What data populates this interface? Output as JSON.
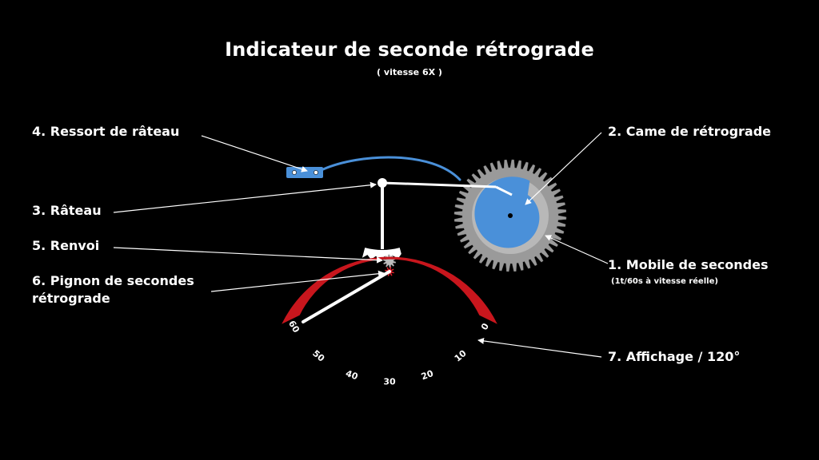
{
  "title": "Indicateur de seconde rétrograde",
  "subtitle": "( vitesse 6X )",
  "labels": {
    "ressort": "4. Ressort de râteau",
    "rateau": "3. Râteau",
    "renvoi": "5. Renvoi",
    "pignon_line1": "6. Pignon de secondes",
    "pignon_line2": "rétrograde",
    "came": "2. Came de rétrograde",
    "mobile": "1. Mobile de secondes",
    "mobile_note": "(1t/60s  à vitesse réelle)",
    "affichage": "7. Affichage / 120°"
  },
  "dial": {
    "ticks": [
      "0",
      "10",
      "20",
      "30",
      "40",
      "50",
      "60"
    ]
  },
  "colors": {
    "background": "#000000",
    "gear": "#9a9a9a",
    "cam": "#4a90d9",
    "dial": "#c8161d",
    "pinion": "#e0202a",
    "lines": "#ffffff"
  }
}
